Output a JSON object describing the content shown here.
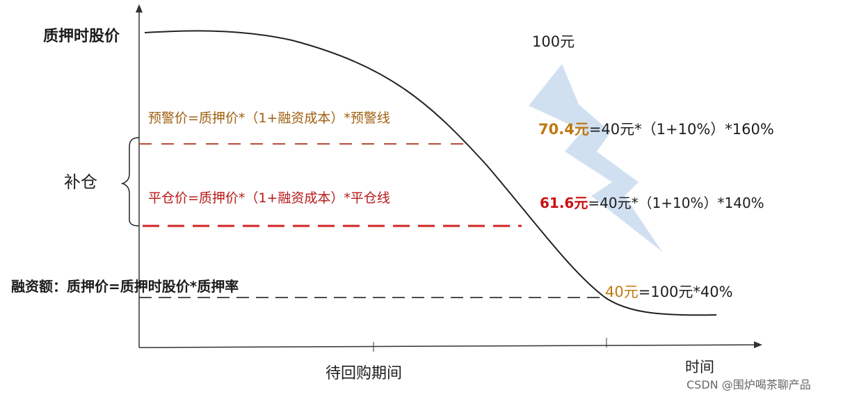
{
  "colors": {
    "axis": "#333333",
    "curve": "#222222",
    "warning": "#a06010",
    "warning_line": "#b84a3a",
    "liquidation": "#b81818",
    "liquidation_line": "#d02424",
    "pledge_line": "#333333",
    "value_orange": "#c07810",
    "value_red": "#cc1010",
    "lightning": "#c9dbee",
    "watermark": "#666666"
  },
  "labels": {
    "pledge_stock_price": "质押时股价",
    "margin_call": "补仓",
    "warning_formula": "预警价=质押价*（1+融资成本）*预警线",
    "liquidation_formula": "平仓价=质押价*（1+融资成本）*平仓线",
    "financing_formula": "融资额：质押价=质押时股价*质押率",
    "x_axis_period": "待回购期间",
    "x_axis_time": "时间",
    "watermark": "CSDN @围炉喝茶聊产品"
  },
  "values": {
    "start_price": "100元",
    "warning_value": "70.4元",
    "warning_calc": "=40元*（1+10%）*160%",
    "liquidation_value": "61.6元",
    "liquidation_calc": "=40元*（1+10%）*140%",
    "pledge_value": "40元",
    "pledge_calc": "=100元*40%"
  },
  "icons": {
    "lightning": "lightning-bolt-icon"
  }
}
